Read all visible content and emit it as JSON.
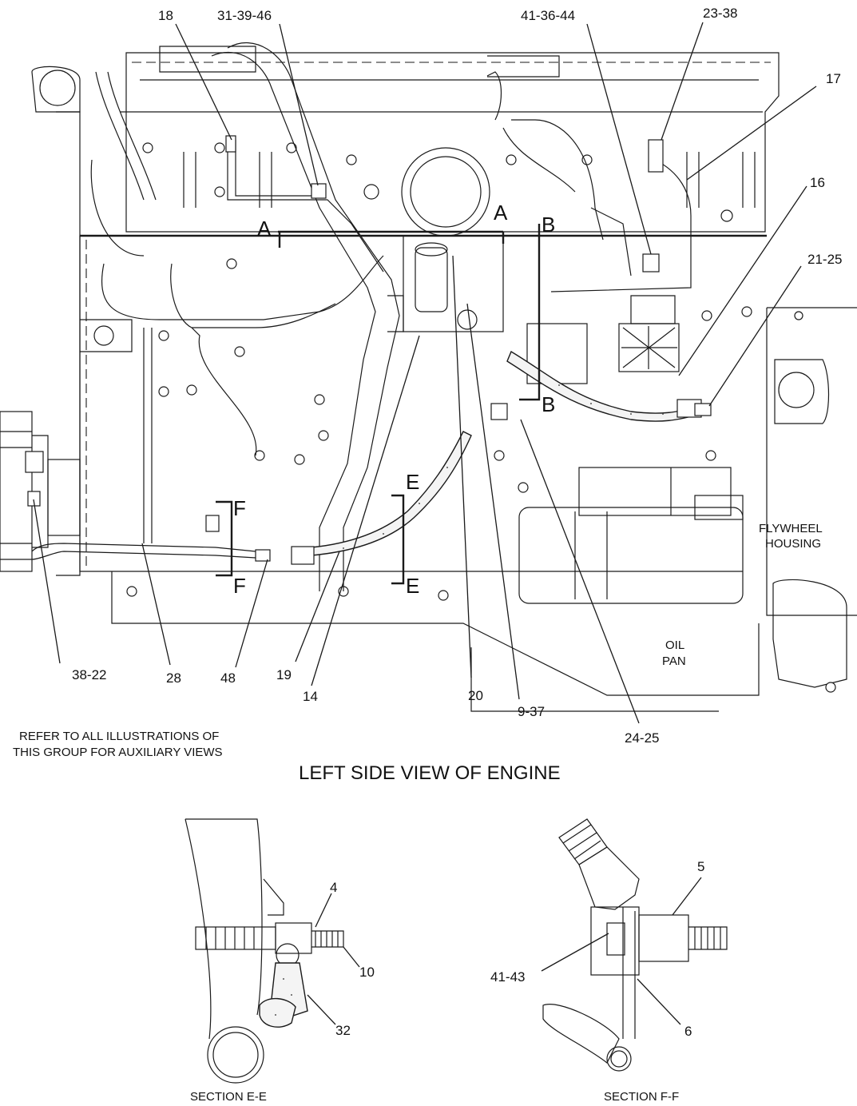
{
  "main_view": {
    "title": "LEFT SIDE VIEW OF ENGINE",
    "note_line1": "REFER TO ALL ILLUSTRATIONS OF",
    "note_line2": "THIS GROUP FOR AUXILIARY VIEWS",
    "labels": {
      "flywheel_line1": "FLYWHEEL",
      "flywheel_line2": "HOUSING",
      "oil_pan_line1": "OIL",
      "oil_pan_line2": "PAN"
    },
    "section_markers": {
      "a": "A",
      "b": "B",
      "e": "E",
      "f": "F"
    },
    "callouts": [
      "18",
      "31-39-46",
      "41-36-44",
      "23-38",
      "17",
      "16",
      "21-25",
      "38-22",
      "28",
      "48",
      "19",
      "14",
      "20",
      "9-37",
      "24-25"
    ]
  },
  "section_e": {
    "caption": "SECTION E-E",
    "callouts": [
      "4",
      "10",
      "32"
    ]
  },
  "section_f": {
    "caption": "SECTION F-F",
    "callouts": [
      "5",
      "41-43",
      "6"
    ]
  }
}
